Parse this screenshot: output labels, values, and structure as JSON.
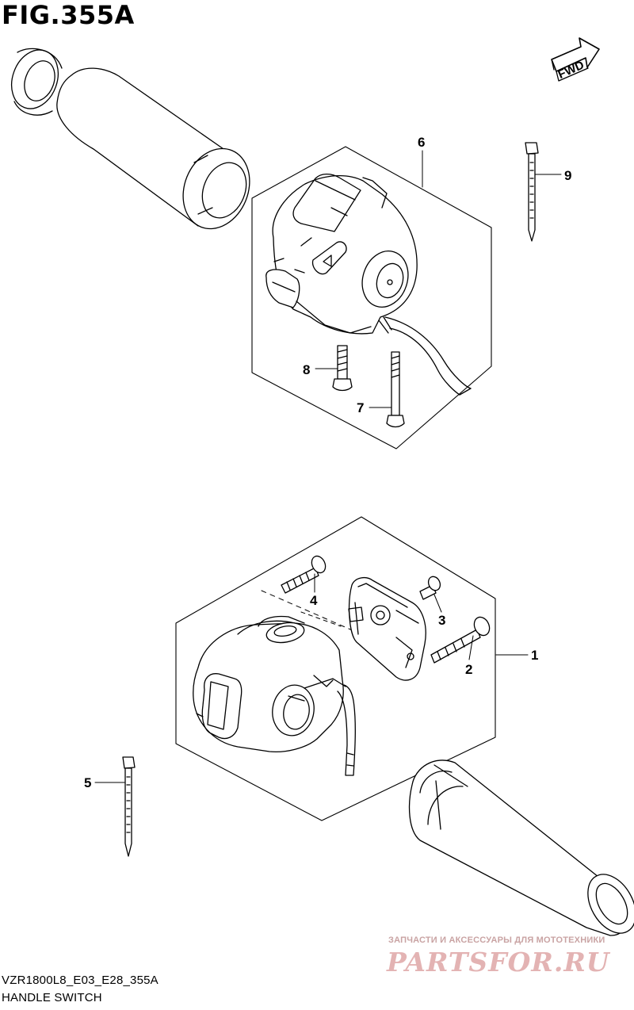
{
  "figure": {
    "title": "FIG.355A"
  },
  "fwd_label": "FWD",
  "callouts": [
    "1",
    "2",
    "3",
    "4",
    "5",
    "6",
    "7",
    "8",
    "9"
  ],
  "footer": {
    "code": "VZR1800L8_E03_E28_355A",
    "name": "HANDLE SWITCH"
  },
  "watermark": {
    "tagline": "ЗАПЧАСТИ И АКСЕССУАРЫ ДЛЯ МОТОТЕХНИКИ",
    "logo": "PARTSFOR.RU"
  },
  "colors": {
    "line": "#000000",
    "watermark": "#e3b3b3"
  }
}
